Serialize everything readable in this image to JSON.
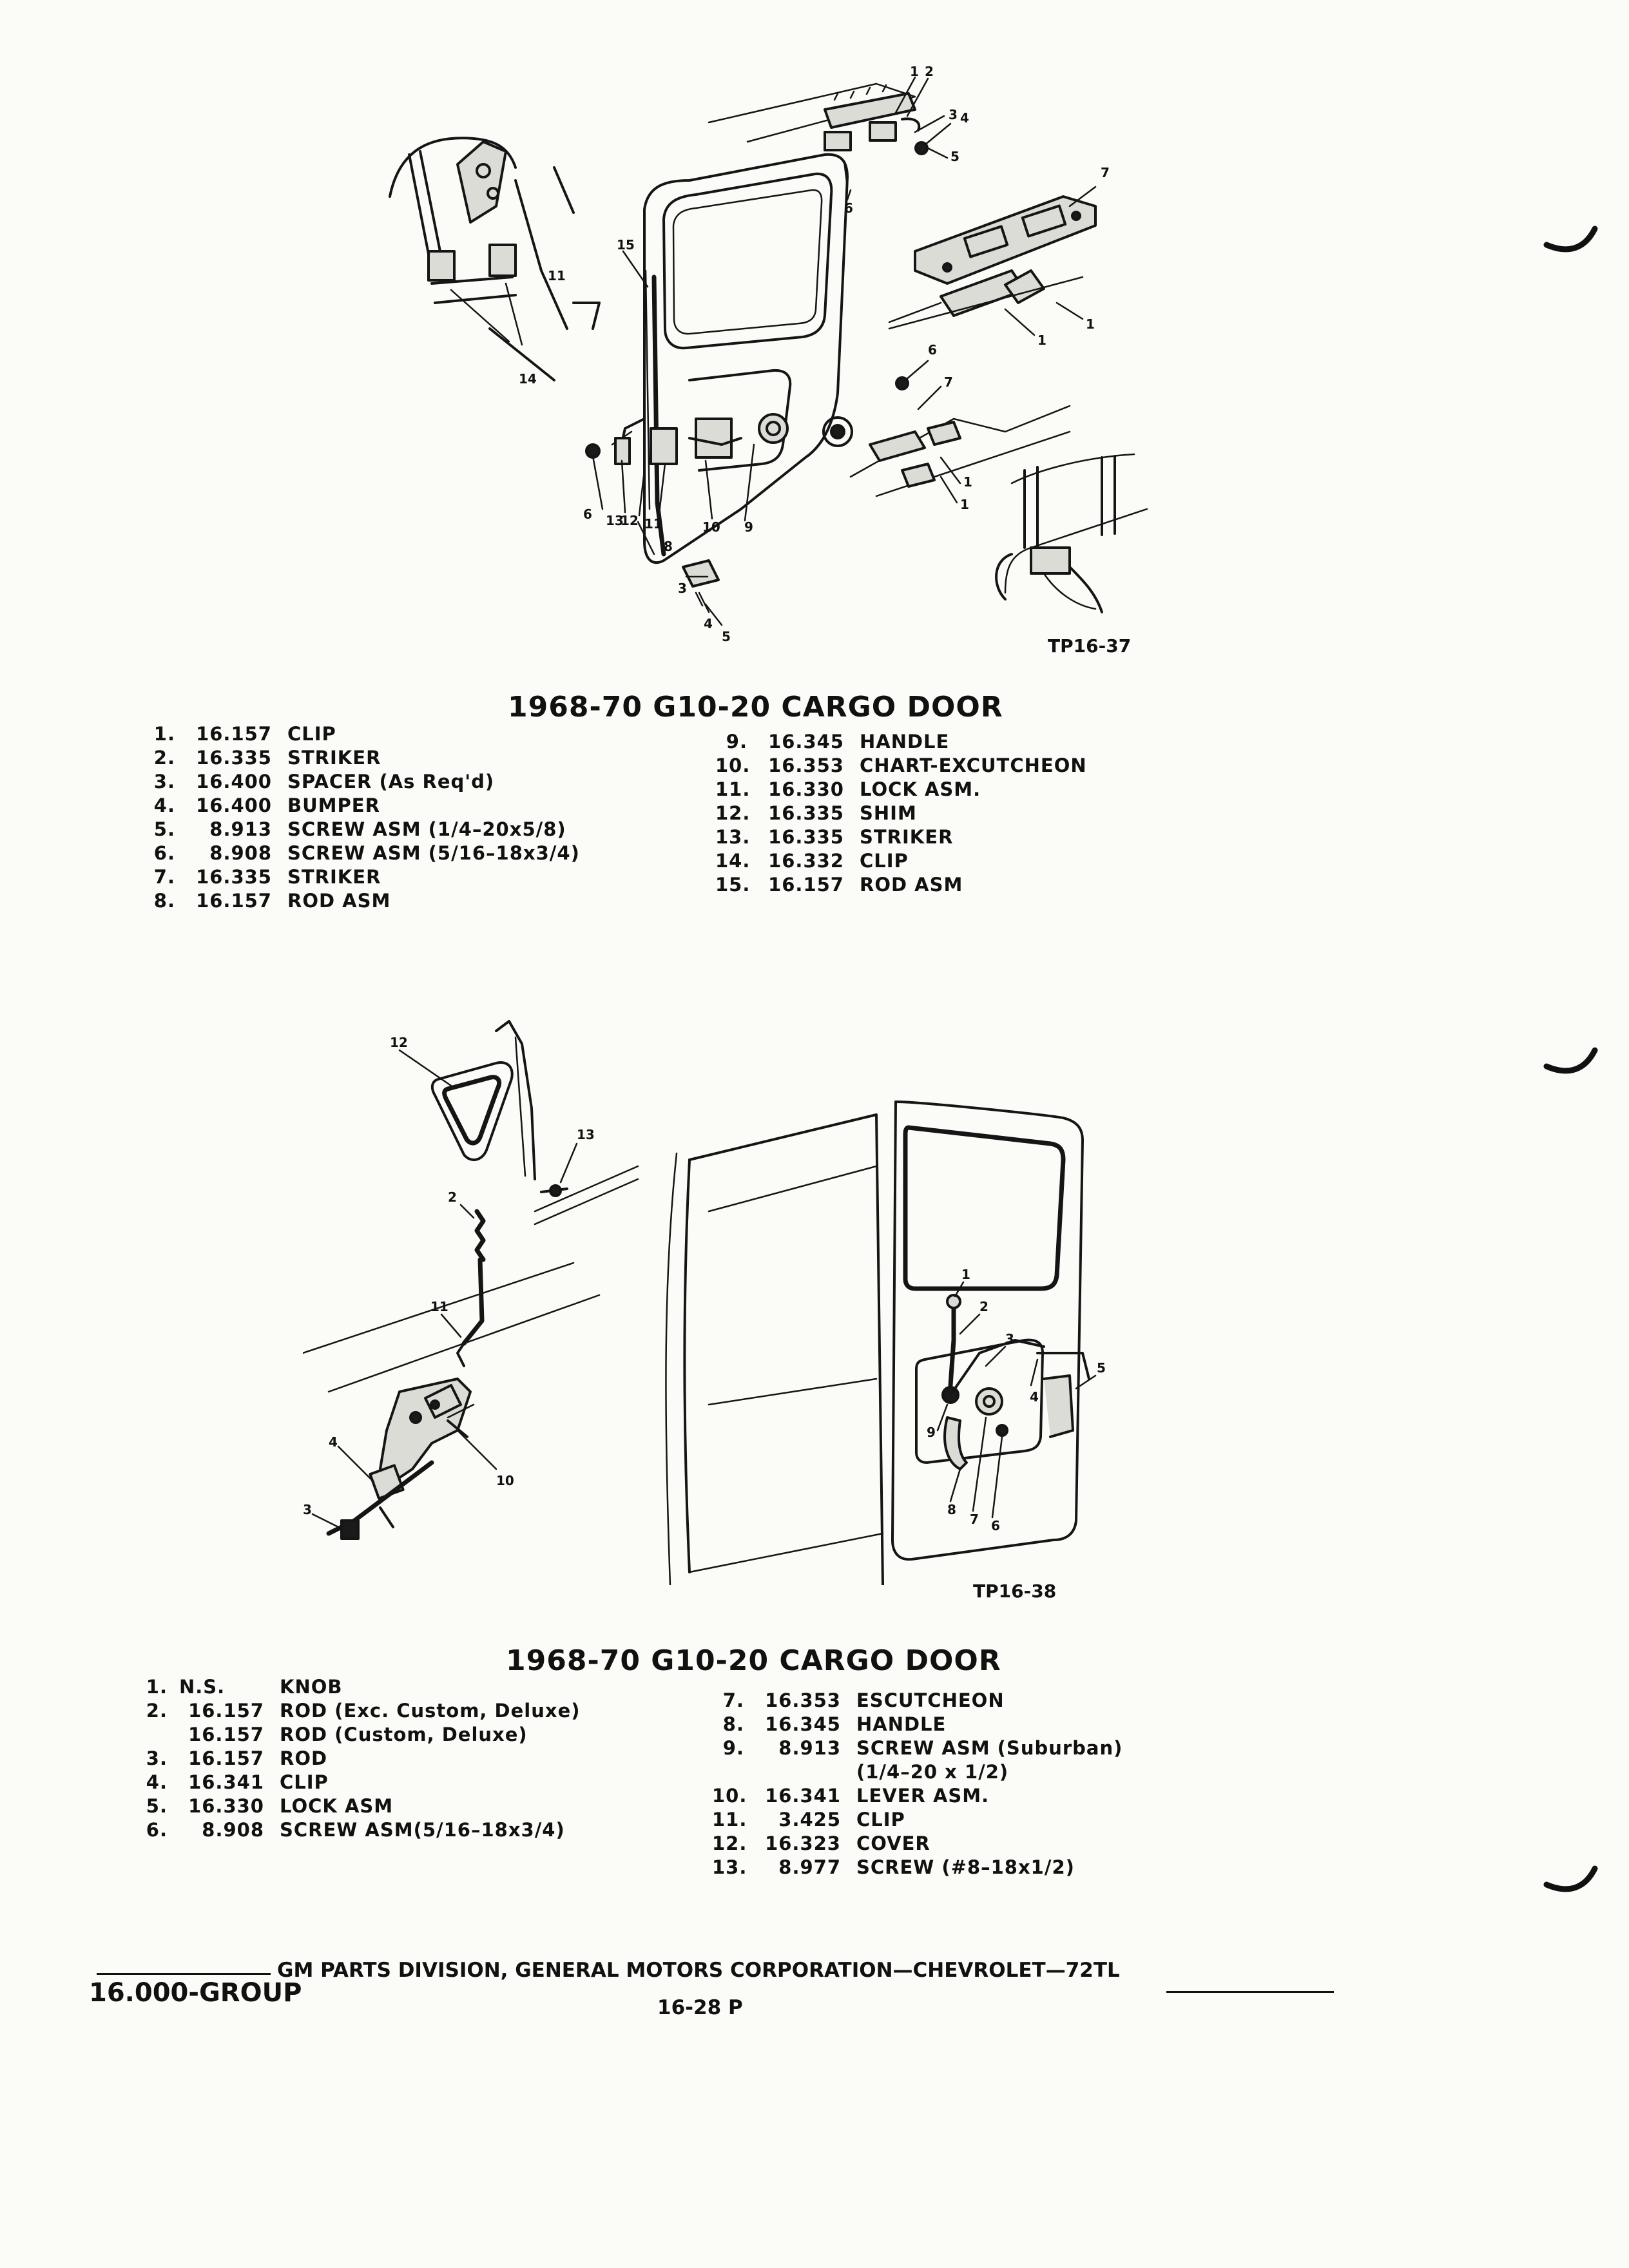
{
  "figures": [
    {
      "ref": "TP16-37",
      "title": "1968-70 G10-20 CARGO DOOR",
      "callouts": [
        "1",
        "2",
        "3",
        "4",
        "5",
        "6",
        "7",
        "8",
        "9",
        "10",
        "11",
        "12",
        "13",
        "14",
        "15"
      ],
      "parts_left": [
        {
          "num": "1.",
          "code": "16.157",
          "desc": "CLIP"
        },
        {
          "num": "2.",
          "code": "16.335",
          "desc": "STRIKER"
        },
        {
          "num": "3.",
          "code": "16.400",
          "desc": "SPACER (As Req'd)"
        },
        {
          "num": "4.",
          "code": "16.400",
          "desc": "BUMPER"
        },
        {
          "num": "5.",
          "code": "8.913",
          "desc": "SCREW ASM (1/4–20x5/8)"
        },
        {
          "num": "6.",
          "code": "8.908",
          "desc": "SCREW ASM (5/16–18x3/4)"
        },
        {
          "num": "7.",
          "code": "16.335",
          "desc": "STRIKER"
        },
        {
          "num": "8.",
          "code": "16.157",
          "desc": "ROD ASM"
        }
      ],
      "parts_right": [
        {
          "num": "9.",
          "code": "16.345",
          "desc": "HANDLE"
        },
        {
          "num": "10.",
          "code": "16.353",
          "desc": "CHART-EXCUTCHEON"
        },
        {
          "num": "11.",
          "code": "16.330",
          "desc": "LOCK ASM."
        },
        {
          "num": "12.",
          "code": "16.335",
          "desc": "SHIM"
        },
        {
          "num": "13.",
          "code": "16.335",
          "desc": "STRIKER"
        },
        {
          "num": "14.",
          "code": "16.332",
          "desc": "CLIP"
        },
        {
          "num": "15.",
          "code": "16.157",
          "desc": "ROD ASM"
        }
      ]
    },
    {
      "ref": "TP16-38",
      "title": "1968-70 G10-20 CARGO DOOR",
      "callouts": [
        "1",
        "2",
        "3",
        "4",
        "5",
        "6",
        "7",
        "8",
        "9",
        "10",
        "11",
        "12",
        "13"
      ],
      "parts_left": [
        {
          "num": "1.",
          "code": "N.S.",
          "desc": "KNOB",
          "code_align": "left"
        },
        {
          "num": "2.",
          "code": "16.157",
          "desc": "ROD (Exc. Custom, Deluxe)"
        },
        {
          "num": "",
          "code": "16.157",
          "desc": "ROD (Custom, Deluxe)"
        },
        {
          "num": "3.",
          "code": "16.157",
          "desc": "ROD"
        },
        {
          "num": "4.",
          "code": "16.341",
          "desc": "CLIP"
        },
        {
          "num": "5.",
          "code": "16.330",
          "desc": "LOCK ASM"
        },
        {
          "num": "6.",
          "code": "8.908",
          "desc": "SCREW ASM(5/16–18x3/4)"
        }
      ],
      "parts_right": [
        {
          "num": "7.",
          "code": "16.353",
          "desc": "ESCUTCHEON"
        },
        {
          "num": "8.",
          "code": "16.345",
          "desc": "HANDLE"
        },
        {
          "num": "9.",
          "code": "8.913",
          "desc": "SCREW ASM (Suburban)"
        },
        {
          "num": "",
          "code": "",
          "desc": "(1/4–20 x 1/2)"
        },
        {
          "num": "10.",
          "code": "16.341",
          "desc": "LEVER ASM."
        },
        {
          "num": "11.",
          "code": "3.425",
          "desc": "CLIP"
        },
        {
          "num": "12.",
          "code": "16.323",
          "desc": "COVER"
        },
        {
          "num": "13.",
          "code": "8.977",
          "desc": "SCREW (#8–18x1/2)"
        }
      ]
    }
  ],
  "footer": {
    "group": "16.000-GROUP",
    "credit": "GM PARTS DIVISION, GENERAL MOTORS CORPORATION—CHEVROLET—72TL",
    "page": "16-28 P"
  }
}
